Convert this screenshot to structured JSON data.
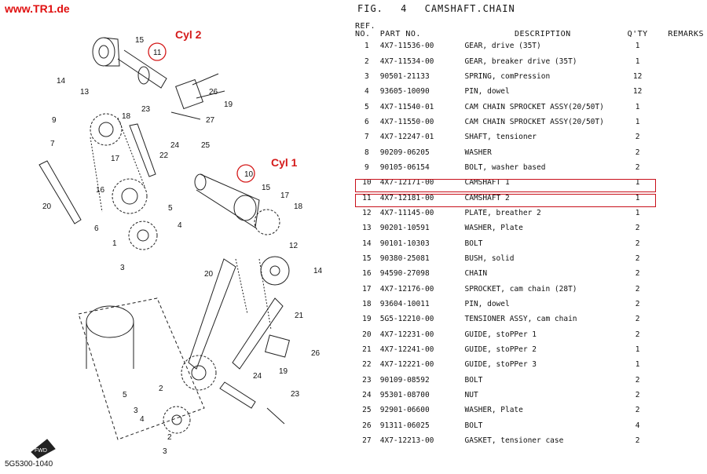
{
  "site": "www.TR1.de",
  "diagram": {
    "label_cyl2": "Cyl 2",
    "label_cyl1": "Cyl 1",
    "code": "5G5300-1040",
    "fwd": "FWD",
    "callouts": [
      "15",
      "11",
      "14",
      "13",
      "26",
      "19",
      "9",
      "23",
      "27",
      "18",
      "7",
      "24",
      "25",
      "17",
      "22",
      "16",
      "10",
      "15",
      "17",
      "18",
      "20",
      "6",
      "1",
      "4",
      "3",
      "5",
      "12",
      "20",
      "14",
      "21",
      "2",
      "26",
      "24",
      "3",
      "23",
      "4",
      "5",
      "2",
      "19",
      "3"
    ]
  },
  "parts_list": {
    "fig_label": "FIG.",
    "fig_number": "4",
    "fig_title": "CAMSHAFT.CHAIN",
    "headers": {
      "ref_line1": "REF.",
      "ref_line2": "NO.",
      "part_no": "PART NO.",
      "description": "DESCRIPTION",
      "qty": "Q'TY",
      "remarks": "REMARKS"
    },
    "rows": [
      {
        "ref": "1",
        "part": "4X7-11536-00",
        "desc": "GEAR, drive (35T)",
        "qty": "1"
      },
      {
        "ref": "2",
        "part": "4X7-11534-00",
        "desc": "GEAR, breaker drive (35T)",
        "qty": "1"
      },
      {
        "ref": "3",
        "part": "90501-21133",
        "desc": "SPRING, comPression",
        "qty": "12"
      },
      {
        "ref": "4",
        "part": "93605-10090",
        "desc": "PIN, dowel",
        "qty": "12"
      },
      {
        "ref": "5",
        "part": "4X7-11540-01",
        "desc": "CAM CHAIN SPROCKET ASSY(20/50T)",
        "qty": "1"
      },
      {
        "ref": "6",
        "part": "4X7-11550-00",
        "desc": "CAM CHAIN SPROCKET ASSY(20/50T)",
        "qty": "1"
      },
      {
        "ref": "7",
        "part": "4X7-12247-01",
        "desc": "SHAFT, tensioner",
        "qty": "2"
      },
      {
        "ref": "8",
        "part": "90209-06205",
        "desc": "WASHER",
        "qty": "2"
      },
      {
        "ref": "9",
        "part": "90105-06154",
        "desc": "BOLT, washer based",
        "qty": "2"
      },
      {
        "ref": "10",
        "part": "4X7-12171-00",
        "desc": "CAMSHAFT 1",
        "qty": "1"
      },
      {
        "ref": "11",
        "part": "4X7-12181-00",
        "desc": "CAMSHAFT 2",
        "qty": "1"
      },
      {
        "ref": "12",
        "part": "4X7-11145-00",
        "desc": "PLATE, breather 2",
        "qty": "1"
      },
      {
        "ref": "13",
        "part": "90201-10591",
        "desc": "WASHER, Plate",
        "qty": "2"
      },
      {
        "ref": "14",
        "part": "90101-10303",
        "desc": "BOLT",
        "qty": "2"
      },
      {
        "ref": "15",
        "part": "90380-25081",
        "desc": "BUSH, solid",
        "qty": "2"
      },
      {
        "ref": "16",
        "part": "94590-27098",
        "desc": "CHAIN",
        "qty": "2"
      },
      {
        "ref": "17",
        "part": "4X7-12176-00",
        "desc": "SPROCKET, cam chain (28T)",
        "qty": "2"
      },
      {
        "ref": "18",
        "part": "93604-10011",
        "desc": "PIN, dowel",
        "qty": "2"
      },
      {
        "ref": "19",
        "part": "5G5-12210-00",
        "desc": "TENSIONER ASSY, cam chain",
        "qty": "2"
      },
      {
        "ref": "20",
        "part": "4X7-12231-00",
        "desc": "GUIDE, stoPPer 1",
        "qty": "2"
      },
      {
        "ref": "21",
        "part": "4X7-12241-00",
        "desc": "GUIDE, stoPPer 2",
        "qty": "1"
      },
      {
        "ref": "22",
        "part": "4X7-12221-00",
        "desc": "GUIDE, stoPPer 3",
        "qty": "1"
      },
      {
        "ref": "23",
        "part": "90109-08592",
        "desc": "BOLT",
        "qty": "2"
      },
      {
        "ref": "24",
        "part": "95301-08700",
        "desc": "NUT",
        "qty": "2"
      },
      {
        "ref": "25",
        "part": "92901-06600",
        "desc": "WASHER, Plate",
        "qty": "2"
      },
      {
        "ref": "26",
        "part": "91311-06025",
        "desc": "BOLT",
        "qty": "4"
      },
      {
        "ref": "27",
        "part": "4X7-12213-00",
        "desc": "GASKET, tensioner case",
        "qty": "2"
      }
    ]
  }
}
